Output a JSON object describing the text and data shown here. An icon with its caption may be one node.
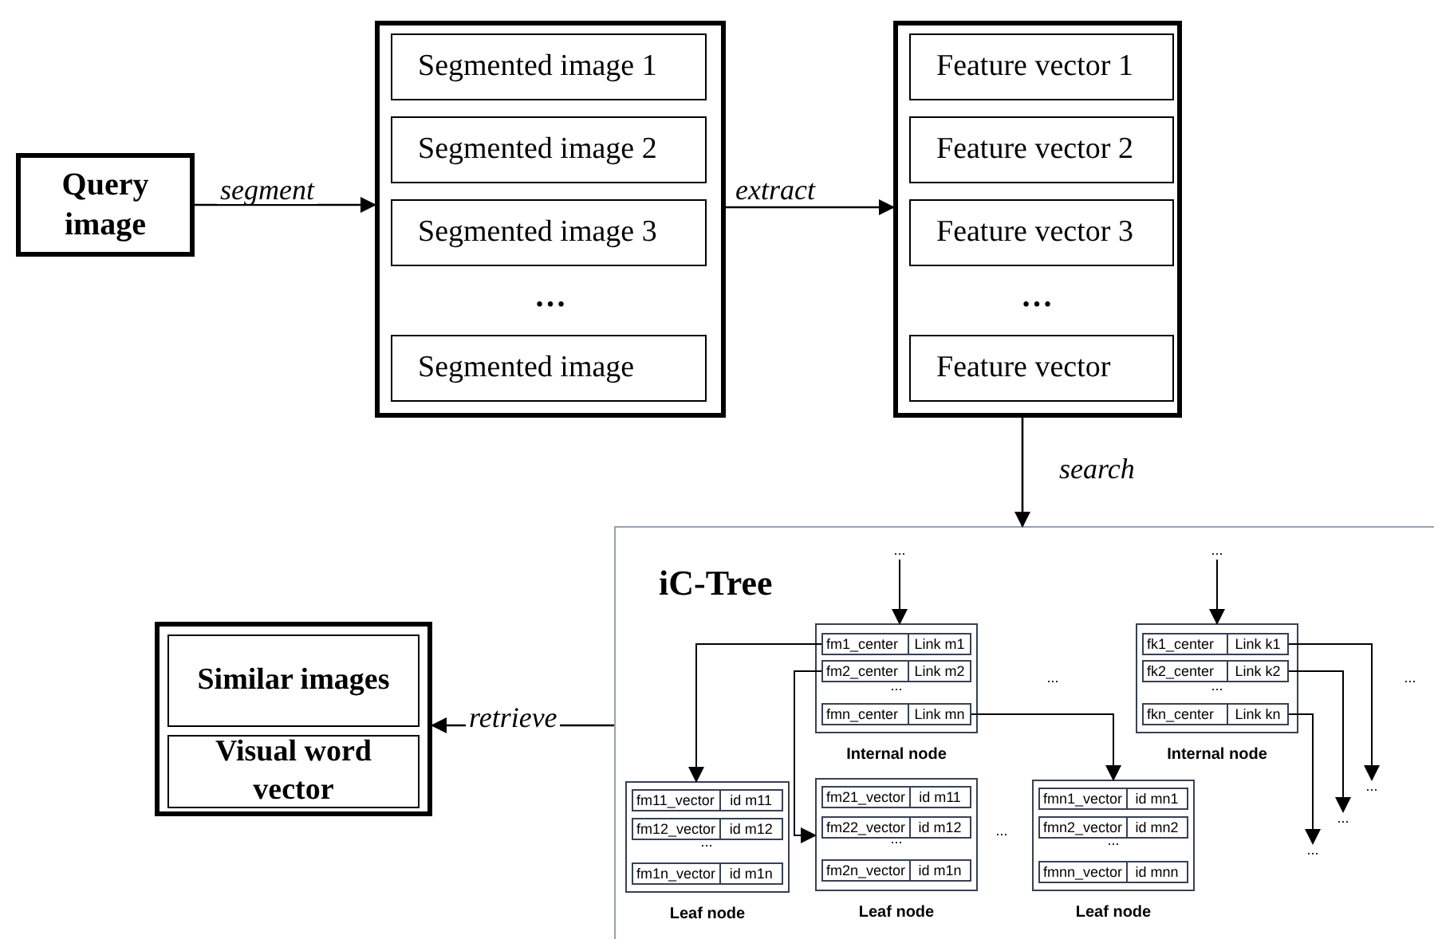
{
  "diagram": {
    "nodes": [
      {
        "text": [
          "Query image"
        ]
      },
      {
        "text": [],
        "shape": "box"
      },
      {
        "text": [
          "Segmented image 1"
        ],
        "in": 1
      },
      {
        "text": [
          "Segmented image 2"
        ],
        "in": 1
      },
      {
        "text": [
          "Segmented image 3"
        ],
        "in": 1
      },
      {
        "text": [
          "Segmented image"
        ],
        "in": 1
      },
      {
        "text": [],
        "shape": "box"
      },
      {
        "text": [
          "Feature vector 1"
        ],
        "in": 6
      },
      {
        "text": [
          "Feature vector 2"
        ],
        "in": 6
      },
      {
        "text": [
          "Feature vector 3"
        ],
        "in": 6
      },
      {
        "text": [
          "Feature vector"
        ],
        "in": 6
      },
      {
        "text": [
          "iC-Tree"
        ]
      },
      {
        "text": [
          "Internal node"
        ],
        "in": 11
      },
      {
        "text": [
          "fm1_center",
          "Link m1"
        ],
        "in": 12
      },
      {
        "text": [
          "fm2_center",
          "Link m2"
        ],
        "in": 12
      },
      {
        "text": [
          "fmn_center",
          "Link mn"
        ],
        "in": 12
      },
      {
        "text": [
          "Internal node"
        ],
        "in": 11
      },
      {
        "text": [
          "fk1_center",
          "Link k1"
        ],
        "in": 16
      },
      {
        "text": [
          "fk2_center",
          "Link k2"
        ],
        "in": 16
      },
      {
        "text": [
          "fkn_center",
          "Link kn"
        ],
        "in": 16
      },
      {
        "text": [
          "Leaf node"
        ],
        "in": 11
      },
      {
        "text": [
          "fm11_vector",
          "id m11"
        ],
        "in": 20
      },
      {
        "text": [
          "fm12_vector",
          "id m12"
        ],
        "in": 20
      },
      {
        "text": [
          "fm1n_vector",
          "id m1n"
        ],
        "in": 20
      },
      {
        "text": [
          "Leaf node"
        ],
        "in": 11
      },
      {
        "text": [
          "fm21_vector",
          "id m11"
        ],
        "in": 24
      },
      {
        "text": [
          "fm22_vector",
          "id m12"
        ],
        "in": 24
      },
      {
        "text": [
          "fm2n_vector",
          "id m1n"
        ],
        "in": 24
      },
      {
        "text": [
          "Leaf node"
        ],
        "in": 11
      },
      {
        "text": [
          "fmn1_vector",
          "id mn1"
        ],
        "in": 28
      },
      {
        "text": [
          "fmn2_vector",
          "id mn2"
        ],
        "in": 28
      },
      {
        "text": [
          "fmnn_vector",
          "id mnn"
        ],
        "in": 28
      },
      {
        "text": [],
        "shape": "box"
      },
      {
        "text": [
          "Similar images"
        ],
        "in": 32
      },
      {
        "text": [
          "Visual word vector"
        ],
        "in": 32
      },
      {
        "text": [
          "..."
        ],
        "in": 11
      },
      {
        "text": [
          "..."
        ],
        "in": 11
      },
      {
        "text": [
          "..."
        ],
        "in": 11
      },
      {
        "text": [
          "..."
        ],
        "in": 11
      },
      {
        "text": [
          "..."
        ],
        "in": 11
      }
    ],
    "edges": [
      {
        "from": 0,
        "to": 1,
        "arrow": "to",
        "label": "segment"
      },
      {
        "from": 1,
        "to": 6,
        "arrow": "to",
        "label": "extract"
      },
      {
        "from": 6,
        "to": 11,
        "arrow": "to",
        "label": "search"
      },
      {
        "from": 11,
        "to": 32,
        "arrow": "to",
        "label": "retrieve"
      },
      {
        "from": 35,
        "to": 12,
        "arrow": "to"
      },
      {
        "from": 36,
        "to": 16,
        "arrow": "to"
      },
      {
        "from": 13,
        "to": 20,
        "arrow": "to"
      },
      {
        "from": 14,
        "to": 24,
        "arrow": "to"
      },
      {
        "from": 15,
        "to": 28,
        "arrow": "to"
      },
      {
        "from": 17,
        "to": 37,
        "arrow": "to"
      },
      {
        "from": 18,
        "to": 38,
        "arrow": "to"
      },
      {
        "from": 19,
        "to": 39,
        "arrow": "to"
      }
    ],
    "labels": [
      "…",
      "…",
      "...",
      "...",
      "...",
      "...",
      "...",
      "...",
      "...",
      "..."
    ]
  }
}
